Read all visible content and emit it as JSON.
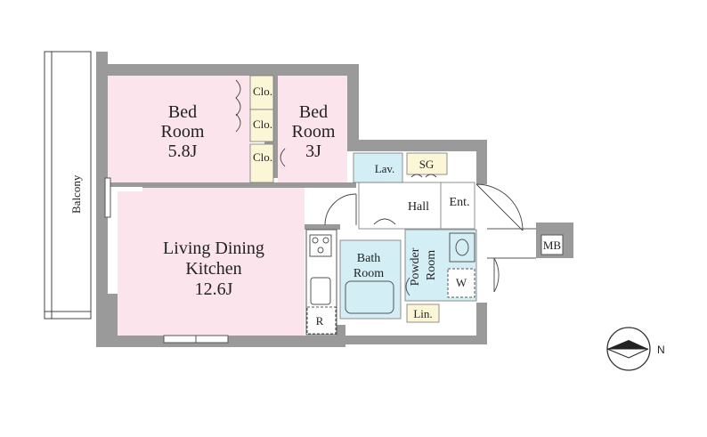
{
  "rooms": {
    "bed1": {
      "name_line1": "Bed",
      "name_line2": "Room",
      "size": "5.8J"
    },
    "bed2": {
      "name_line1": "Bed",
      "name_line2": "Room",
      "size": "3J"
    },
    "ldk": {
      "name_line1": "Living Dining",
      "name_line2": "Kitchen",
      "size": "12.6J"
    },
    "bath": {
      "name_line1": "Bath",
      "name_line2": "Room"
    },
    "powder": {
      "name_line1": "Powder",
      "name_line2": "Room"
    },
    "hall": "Hall",
    "entrance": "Ent."
  },
  "labels": {
    "balcony": "Balcony",
    "clo1": "Clo.",
    "clo2": "Clo.",
    "clo3": "Clo.",
    "lav": "Lav.",
    "sg": "SG",
    "lin": "Lin.",
    "mb": "MB",
    "refrigerator": "R",
    "washer": "W"
  },
  "compass": {
    "label": "N"
  },
  "colors": {
    "wall": "#9a9a9a",
    "bedroom": "#fbe4ec",
    "wet": "#d4eef5",
    "storage": "#fbf6d6",
    "floor": "#ffffff"
  }
}
